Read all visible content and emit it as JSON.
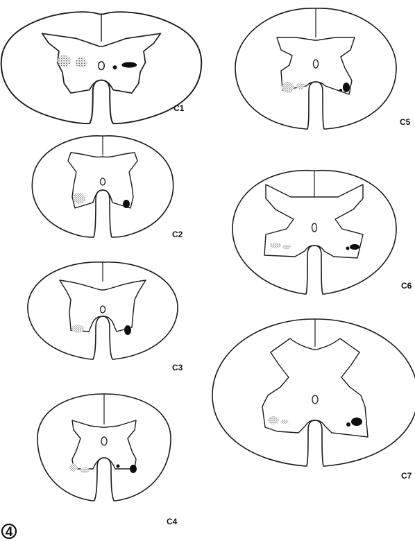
{
  "figure": {
    "number": "4",
    "sections": [
      {
        "id": "c1",
        "label": "C1"
      },
      {
        "id": "c2",
        "label": "C2"
      },
      {
        "id": "c3",
        "label": "C3"
      },
      {
        "id": "c4",
        "label": "C4"
      },
      {
        "id": "c5",
        "label": "C5"
      },
      {
        "id": "c6",
        "label": "C6"
      },
      {
        "id": "c7",
        "label": "C7"
      }
    ]
  }
}
